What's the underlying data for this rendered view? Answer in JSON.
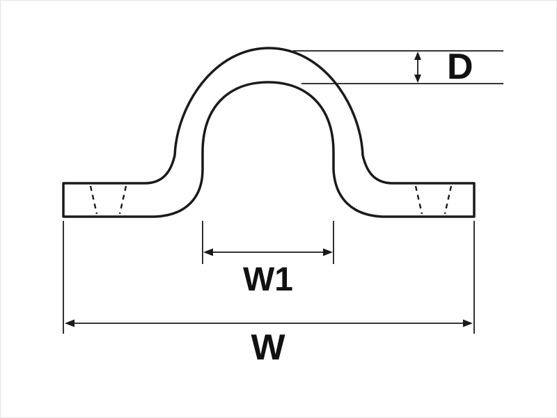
{
  "diagram": {
    "type": "technical-dimension-drawing",
    "subject": "Saddle pad-eye strap profile with dimension callouts",
    "labels": {
      "thickness": "D",
      "inner_width": "W1",
      "overall_width": "W"
    },
    "colors": {
      "line": "#1a1a1a",
      "text": "#111111",
      "background": "#ffffff"
    }
  }
}
